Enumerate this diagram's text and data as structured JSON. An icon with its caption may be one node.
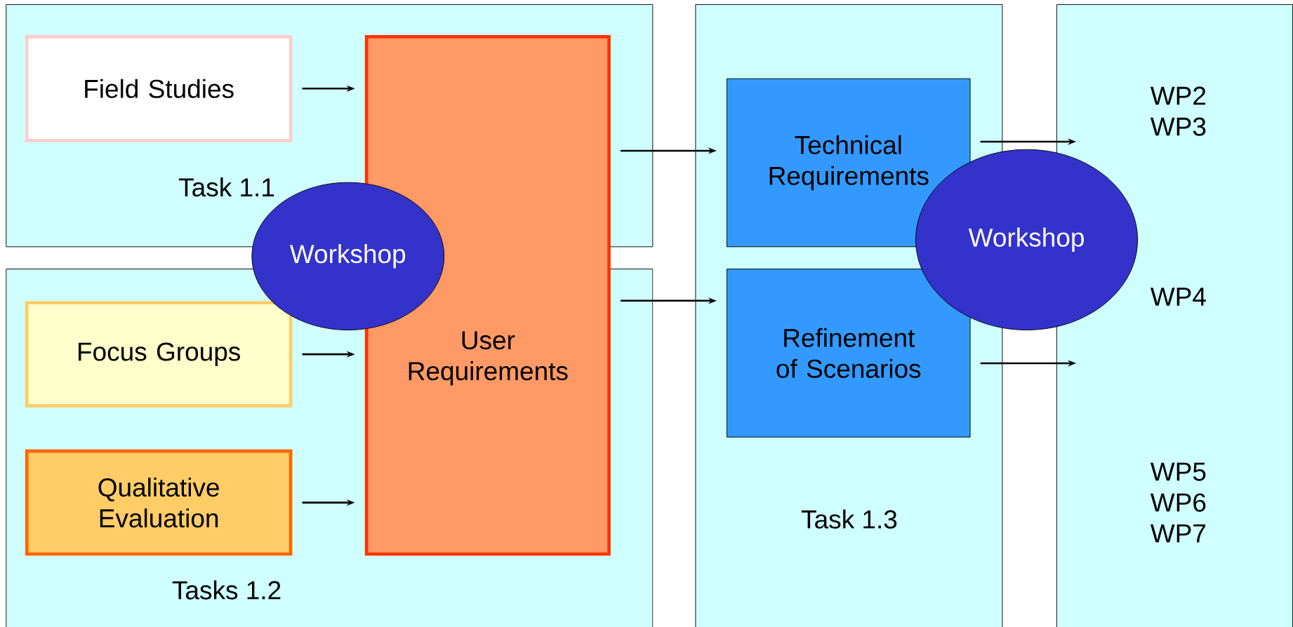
{
  "diagram": {
    "nodes": [
      {
        "text": [
          "Task 1.1"
        ]
      },
      {
        "text": [
          "Field Studies"
        ],
        "in": 0
      },
      {
        "text": [
          "Tasks 1.2"
        ]
      },
      {
        "text": [
          "Focus Groups"
        ],
        "in": 2
      },
      {
        "text": [
          "Qualitative Evaluation"
        ],
        "in": 2
      },
      {
        "text": [
          "User Requirements"
        ]
      },
      {
        "text": [
          "Workshop"
        ]
      },
      {
        "text": [
          "Task 1.3"
        ]
      },
      {
        "text": [
          "Technical Requirements"
        ],
        "in": 7
      },
      {
        "text": [
          "Refinement of Scenarios"
        ],
        "in": 7
      },
      {
        "text": [
          "Workshop"
        ]
      },
      {
        "text": [
          "WP2 WP3",
          "WP4",
          "WP5 WP6 WP7"
        ]
      }
    ],
    "edges": [
      {
        "from": 1,
        "to": 5,
        "arrow": "to"
      },
      {
        "from": 3,
        "to": 5,
        "arrow": "to"
      },
      {
        "from": 4,
        "to": 5,
        "arrow": "to"
      },
      {
        "from": 5,
        "to": 8,
        "arrow": "to"
      },
      {
        "from": 5,
        "to": 9,
        "arrow": "to"
      },
      {
        "from": 8,
        "to": 11,
        "arrow": "to"
      },
      {
        "from": 9,
        "to": 11,
        "arrow": "to"
      }
    ]
  }
}
